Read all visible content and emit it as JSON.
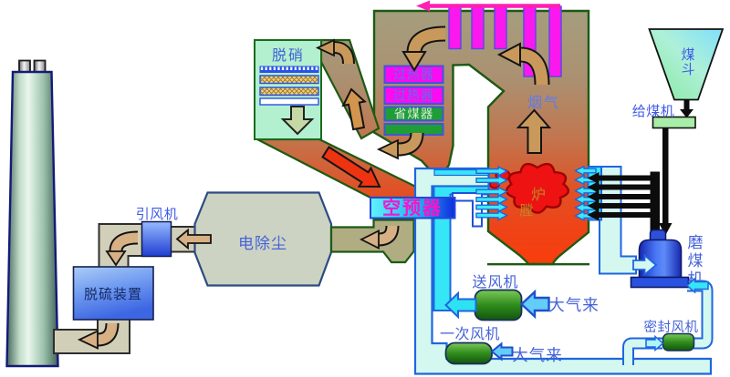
{
  "diagram_type": "coal-fired power plant boiler flue-gas and air flow diagram",
  "labels": {
    "denox": "脱硝",
    "superheater_1": "过热器",
    "superheater_2": "过热器",
    "economizer": "省煤器",
    "flue_gas": "烟气",
    "furnace_char_1": "炉",
    "furnace_char_2": "膛",
    "air_preheater": "空预器",
    "esp": "电除尘",
    "id_fan": "引风机",
    "fgd": "脱硫装置",
    "coal_hopper_char_1": "煤",
    "coal_hopper_char_2": "斗",
    "coal_feeder": "给煤机",
    "coal_mill_char_1": "磨",
    "coal_mill_char_2": "煤",
    "coal_mill_char_3": "机",
    "fd_fan": "送风机",
    "pa_fan": "一次风机",
    "seal_fan": "密封风机",
    "air_from_atmosphere_1": "大气来",
    "air_from_atmosphere_2": "大气来"
  },
  "colors": {
    "boiler_top": "#a49e7e",
    "boiler_bottom": "#f93c0c",
    "furnace_flame": "#ee1212",
    "superheater_box": "#fb0af2",
    "economizer_box": "#1f9e35",
    "denox_box": "#b2f0cf",
    "air_preheater_left": "#5ef2fc",
    "air_preheater_right": "#0f2be0",
    "hot_air_duct": "#37e6f6",
    "cold_air_duct": "#d4f8f0",
    "duct_outline_blue": "#1f66e0",
    "flue_duct_khaki": "#d2cfb8",
    "flue_duct_olive": "#b1ad83",
    "tan_arrow": "#c9995c",
    "fan_green": "#2f8c1c",
    "mill_blue": "#3f6cf2",
    "label_blue": "#4663d8",
    "magenta_text": "#f813cc",
    "top_arrow_pink": "#ff1fb4",
    "outline_green": "#1c5a14"
  }
}
